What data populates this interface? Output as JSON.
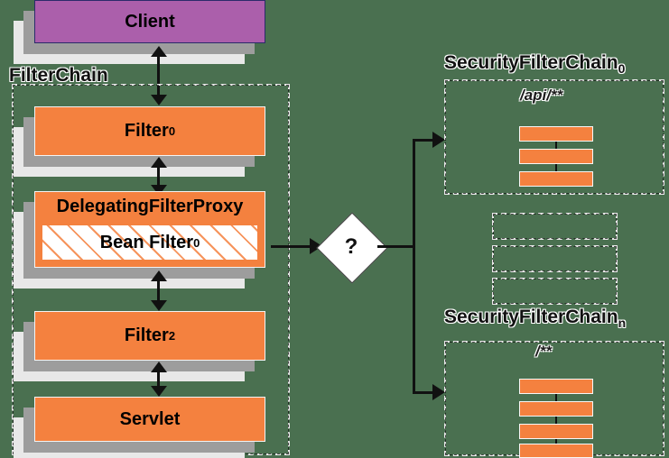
{
  "diagram": {
    "title": "Spring Security FilterChain delegation diagram",
    "background_color": "#4a7050",
    "colors": {
      "client_fill": "#ab5fab",
      "client_border": "#2b2b6b",
      "filter_fill": "#f4813f",
      "shadow_mid": "#9d9d9d",
      "shadow_back": "#e8e8e8",
      "line": "#111111",
      "decision_fill": "#ffffff"
    }
  },
  "client": {
    "label": "Client"
  },
  "filter_chain": {
    "container_label": "FilterChain",
    "boxes": [
      {
        "label": "Filter",
        "subscript": "0"
      },
      {
        "label": "DelegatingFilterProxy",
        "subscript": ""
      },
      {
        "label": "Filter",
        "subscript": "2"
      },
      {
        "label": "Servlet",
        "subscript": ""
      }
    ],
    "bean_filter": {
      "label": "Bean Filter",
      "subscript": "0"
    }
  },
  "decision": {
    "label": "?"
  },
  "security_chains": [
    {
      "title": "SecurityFilterChain",
      "title_subscript": "0",
      "pattern": "/api/**",
      "filter_count": 3
    },
    {
      "title": "SecurityFilterChain",
      "title_subscript": "n",
      "pattern": "/**",
      "filter_count": 4
    }
  ],
  "omitted_chains": {
    "count": 3,
    "note": ""
  }
}
